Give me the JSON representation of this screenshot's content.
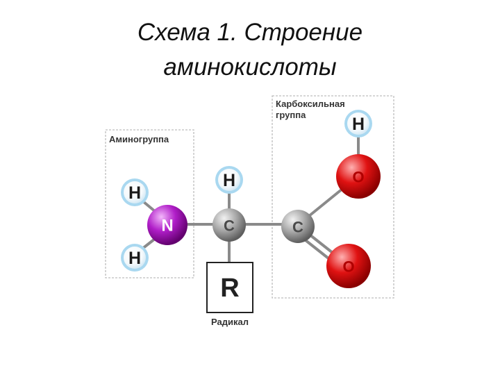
{
  "title": {
    "line1": "Схема 1. Строение",
    "line2": "аминокислоты"
  },
  "labels": {
    "amino_group": "Аминогруппа",
    "carboxyl_group_line1": "Карбоксильная",
    "carboxyl_group_line2": "группа",
    "radical": "Радикал"
  },
  "atoms": {
    "h_amino_top": "H",
    "h_amino_bottom": "H",
    "nitrogen": "N",
    "h_alpha": "H",
    "carbon_alpha": "C",
    "radical": "R",
    "carbon_carboxyl": "C",
    "h_hydroxyl": "H",
    "oxygen_hydroxyl": "O",
    "oxygen_carbonyl": "O"
  },
  "colors": {
    "hydrogen_fill": "#ffffff",
    "hydrogen_halo": "#a9d8f0",
    "hydrogen_text": "#1a1a1a",
    "nitrogen": "#a010b8",
    "carbon": "#9a9a9a",
    "oxygen": "#e01010",
    "oxygen_text": "#b00000",
    "bond": "#8a8a8a"
  }
}
